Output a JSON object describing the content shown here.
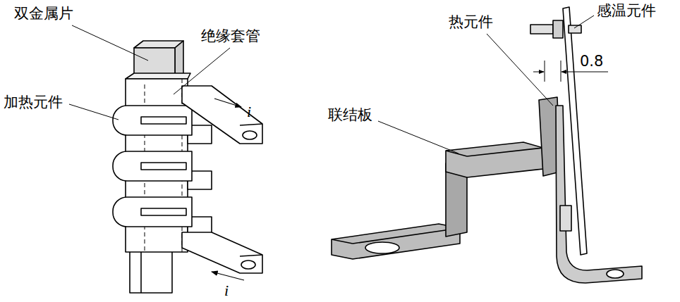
{
  "diagram": {
    "labels": [
      "双金属片",
      "绝缘套管",
      "加热元件",
      "i",
      "i",
      "联结板",
      "热元件",
      "感温元件",
      "0.8"
    ]
  }
}
